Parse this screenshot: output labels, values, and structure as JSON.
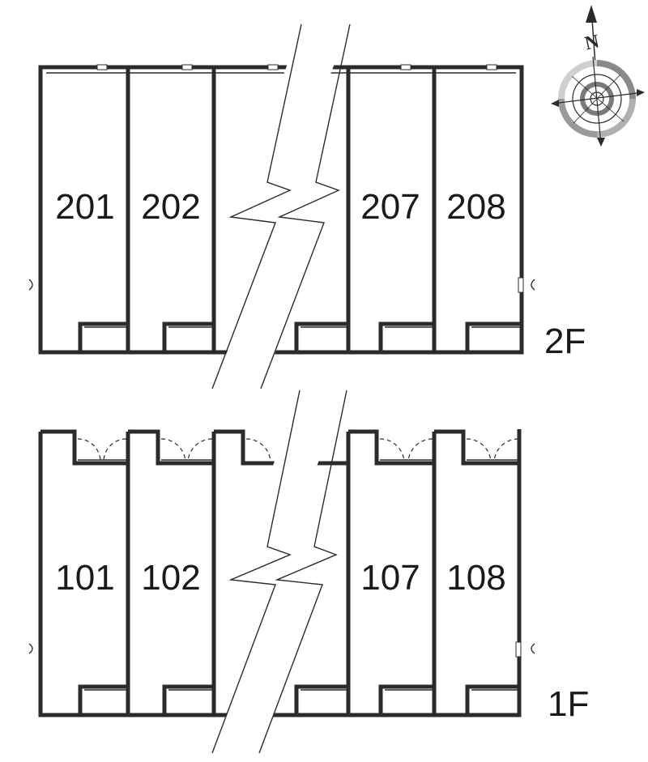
{
  "floors": [
    {
      "label": "2F",
      "units": [
        "201",
        "202",
        "207",
        "208"
      ]
    },
    {
      "label": "1F",
      "units": [
        "101",
        "102",
        "107",
        "108"
      ]
    }
  ],
  "compass": {
    "north_label": "N"
  },
  "colors": {
    "wall": "#2b2b2b",
    "background": "#ffffff",
    "compass_ring": "#9a9a9a"
  }
}
